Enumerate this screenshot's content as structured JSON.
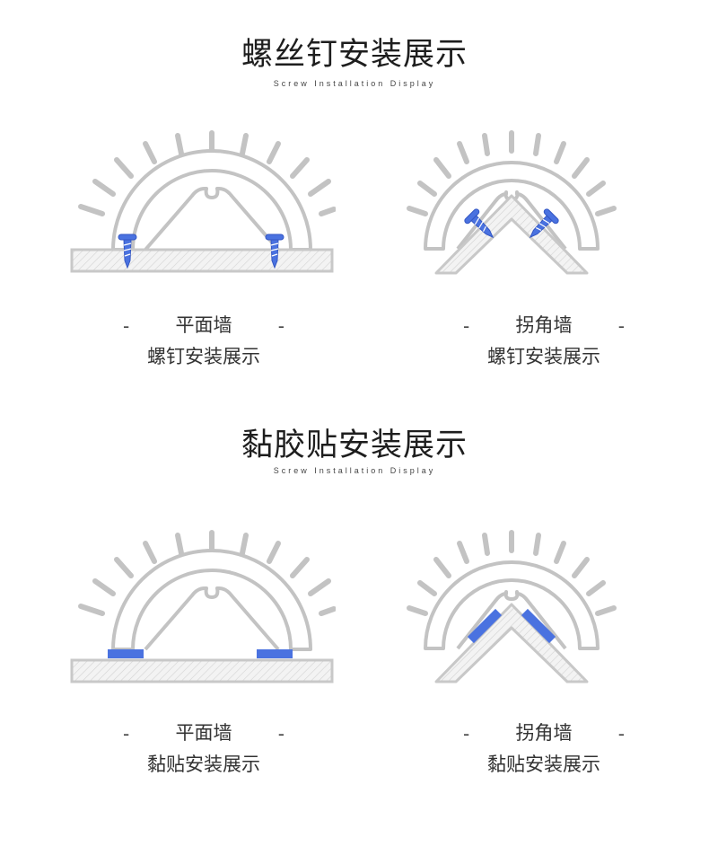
{
  "colors": {
    "bracket": "#c8c8c8",
    "wall_fill": "#f2f2f2",
    "hatch": "#d6d6d6",
    "accent": "#3f6fe0"
  },
  "sections": [
    {
      "title": "螺丝钉安装展示",
      "subtitle": "Screw Installation Display",
      "panels": [
        {
          "name": "平面墙",
          "dash": "-",
          "method": "螺钉安装展示"
        },
        {
          "name": "拐角墙",
          "dash": "-",
          "method": "螺钉安装展示"
        }
      ]
    },
    {
      "title": "黏胶贴安装展示",
      "subtitle": "Screw Installation Display",
      "panels": [
        {
          "name": "平面墙",
          "dash": "-",
          "method": "黏贴安装展示"
        },
        {
          "name": "拐角墙",
          "dash": "-",
          "method": "黏贴安装展示"
        }
      ]
    }
  ]
}
